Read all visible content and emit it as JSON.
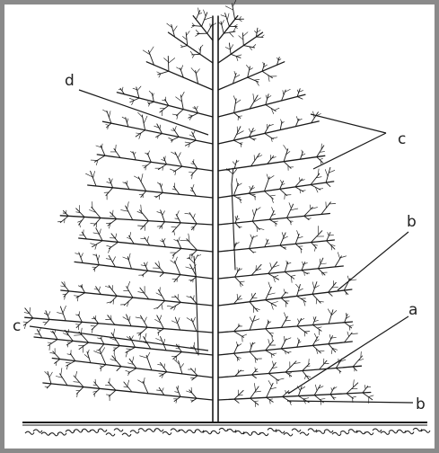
{
  "labels": {
    "d": "d",
    "c_top": "c",
    "b_top": "b",
    "c_left": "c",
    "a": "a",
    "b_bottom": "b"
  },
  "colors": {
    "ink": "#1a1a1a",
    "frame": "#8a8a8a",
    "background": "#ffffff"
  }
}
